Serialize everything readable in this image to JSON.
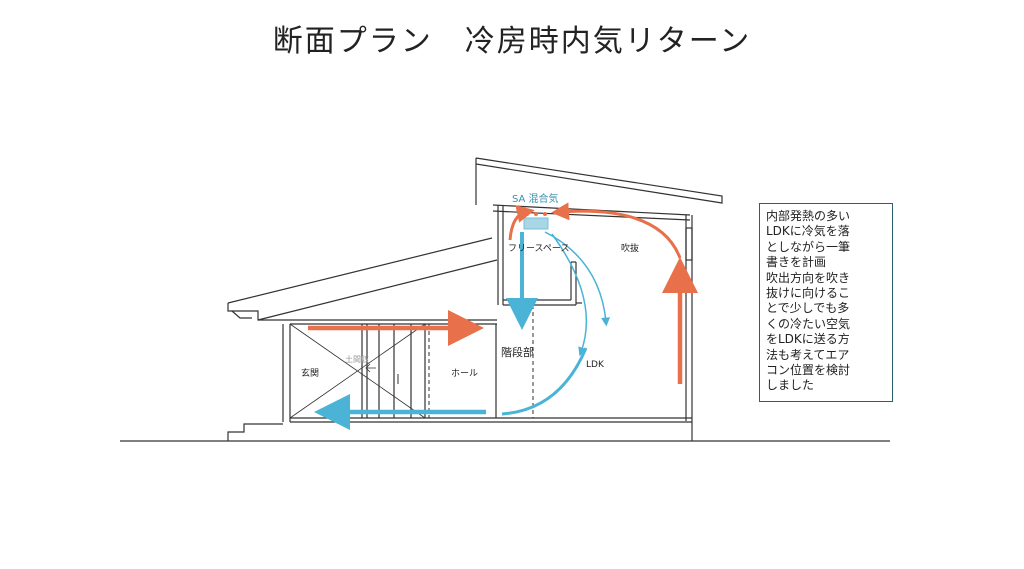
{
  "page": {
    "title": "断面プラン　冷房時内気リターン"
  },
  "diagram": {
    "labels": {
      "sa_mixed_air": "SA 混合気",
      "free_space": "フリースペース",
      "fukinuke": "吹抜",
      "entrance": "玄関",
      "storage": "土間収",
      "hall": "ホール",
      "stairs": "階段部",
      "ldk": "LDK"
    },
    "colors": {
      "warm_air": "#e8704a",
      "cool_air": "#4ab3d6",
      "wall": "#333333",
      "note_border": "#2c5f6e"
    }
  },
  "note": {
    "lines": [
      "内部発熱の多い",
      "LDKに冷気を落",
      "としながら一筆",
      "書きを計画",
      "吹出方向を吹き",
      "抜けに向けるこ",
      "とで少しでも多",
      "くの冷たい空気",
      "をLDKに送る方",
      "法も考えてエア",
      "コン位置を検討",
      "しました"
    ]
  }
}
